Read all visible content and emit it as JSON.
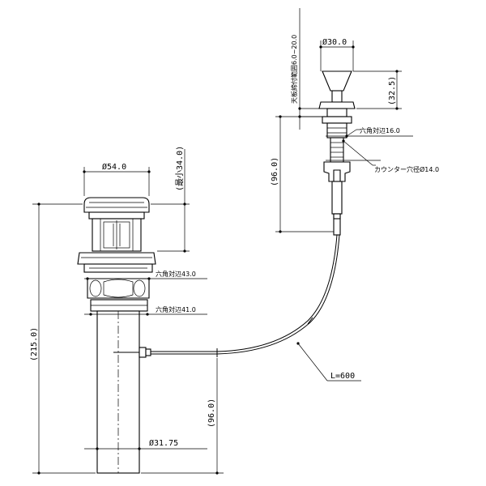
{
  "labels": {
    "outer_dia_54": "Ø54.0",
    "min_height_34": "(最小34.0)",
    "hex_43": "六角対辺43.0",
    "hex_41": "六角対辺41.0",
    "total_215": "(215.0)",
    "tail_dia": "Ø31.75",
    "height_96_bottom": "(96.0)",
    "cable_length": "L=600",
    "knob_dia_30": "Ø30.0",
    "knob_height": "(32.5)",
    "counter_thickness": "天板締付範囲6.0~20.0",
    "hex_16": "六角対辺16.0",
    "counter_hole": "カウンター穴径Ø14.0",
    "height_96_top": "(96.0)"
  }
}
